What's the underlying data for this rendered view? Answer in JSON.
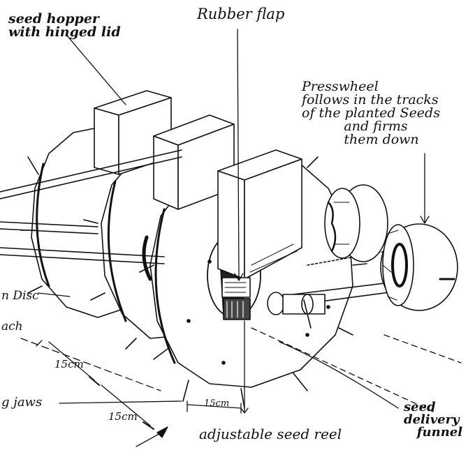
{
  "labels": {
    "seed_hopper": "seed hopper\nwith hinged lid",
    "rubber_flap": "Rubber flap",
    "press_wheel": "Presswheel\nfollows in the tracks\nof the planted Seeds\n          and firms\n          them down",
    "disc": "n Disc",
    "each": "ach",
    "fifteen_cm_1": "15cm",
    "fifteen_cm_2": "15cm",
    "fifteen_cm_3": "15cm",
    "jaws": "g jaws",
    "seed_reel": "adjustable seed reel",
    "seed_delivery": "seed\ndelivery\n   funnel"
  }
}
